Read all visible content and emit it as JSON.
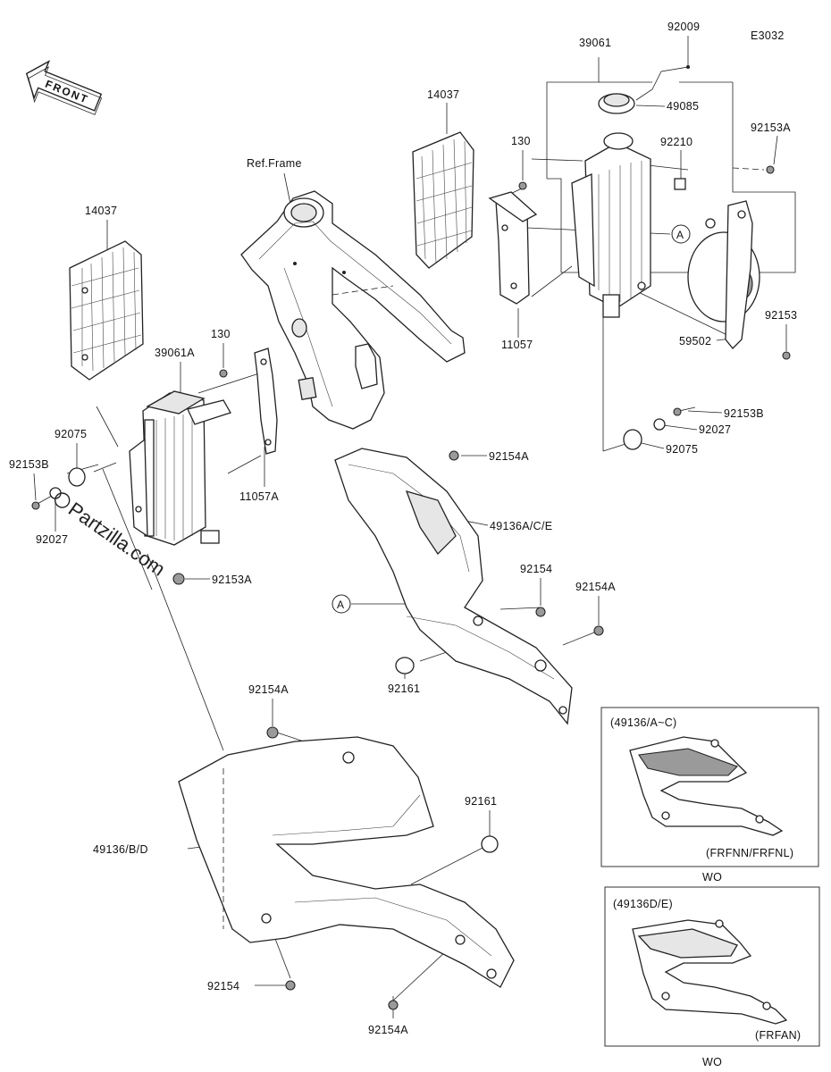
{
  "diagram_code": "E3032",
  "front_arrow_text": "FRONT",
  "ref_frame": "Ref.Frame",
  "callout_a": "A",
  "watermark": "Partzilla.com",
  "labels": {
    "p39061": "39061",
    "p92009": "92009",
    "p49085": "49085",
    "p92153A_top": "92153A",
    "p14037_right": "14037",
    "p130_right": "130",
    "p92210": "92210",
    "p11057": "11057",
    "p92153_right": "92153",
    "p59502": "59502",
    "p92153B_right": "92153B",
    "p92027_right": "92027",
    "p92075_right": "92075",
    "p14037_left": "14037",
    "p130_left": "130",
    "p39061A": "39061A",
    "p92075_left": "92075",
    "p92153B_left": "92153B",
    "p92027_left": "92027",
    "p11057A": "11057A",
    "p92153A_left": "92153A",
    "p92154A_top": "92154A",
    "p49136ACE": "49136A/C/E",
    "p92154_mid": "92154",
    "p92154A_mid": "92154A",
    "p92161_mid": "92161",
    "p92154A_low": "92154A",
    "p92161_low": "92161",
    "p49136BD": "49136/B/D",
    "p92154_bottom": "92154",
    "p92154A_bottom": "92154A"
  },
  "inset_top": {
    "title": "(49136/A~C)",
    "code": "(FRFNN/FRFNL)",
    "note": "WO"
  },
  "inset_bottom": {
    "title": "(49136D/E)",
    "code": "(FRFAN)",
    "note": "WO"
  }
}
